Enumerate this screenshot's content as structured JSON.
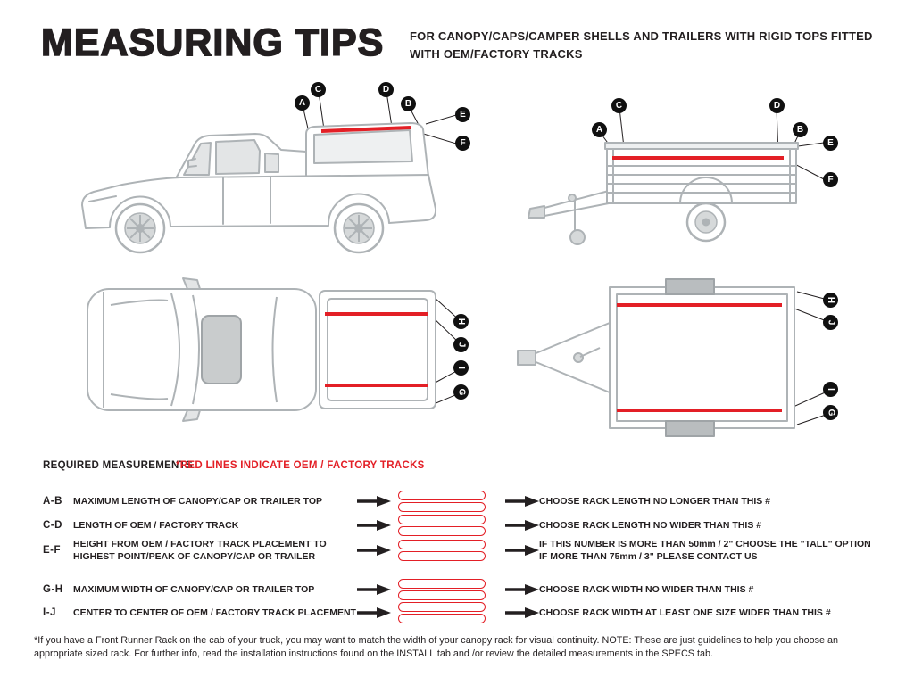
{
  "header": {
    "title": "MEASURING TIPS",
    "subtitle": "FOR CANOPY/CAPS/CAMPER SHELLS AND TRAILERS WITH RIGID TOPS FITTED\nWITH OEM/FACTORY TRACKS"
  },
  "callouts": {
    "truck_side": [
      "A",
      "C",
      "D",
      "B",
      "E",
      "F"
    ],
    "trailer_side": [
      "A",
      "C",
      "D",
      "B",
      "E",
      "F"
    ],
    "truck_top": [
      "H",
      "J",
      "I",
      "G"
    ],
    "trailer_top": [
      "H",
      "J",
      "I",
      "G"
    ]
  },
  "measurements": {
    "heading": "REQUIRED MEASUREMENTS",
    "tracks_note": "*RED LINES INDICATE OEM / FACTORY TRACKS",
    "rows": [
      {
        "key": "A-B",
        "label": "MAXIMUM LENGTH OF CANOPY/CAP OR TRAILER TOP",
        "result": "CHOOSE RACK LENGTH NO LONGER THAN THIS #"
      },
      {
        "key": "C-D",
        "label": "LENGTH OF OEM / FACTORY TRACK",
        "result": "CHOOSE RACK LENGTH NO WIDER THAN THIS #"
      },
      {
        "key": "E-F",
        "label": "HEIGHT FROM OEM / FACTORY TRACK PLACEMENT TO\nHIGHEST POINT/PEAK OF CANOPY/CAP OR TRAILER",
        "result": "IF THIS NUMBER IS MORE THAN 50mm / 2\" CHOOSE THE \"TALL\" OPTION\nIF MORE THAN 75mm / 3\" PLEASE CONTACT US"
      },
      {
        "key": "G-H",
        "label": "MAXIMUM WIDTH OF CANOPY/CAP OR TRAILER TOP",
        "result": "CHOOSE RACK WIDTH NO WIDER THAN THIS #"
      },
      {
        "key": "I-J",
        "label": "CENTER TO CENTER OF OEM / FACTORY TRACK PLACEMENT",
        "result": "CHOOSE RACK WIDTH AT LEAST ONE SIZE WIDER THAN THIS #"
      }
    ]
  },
  "footer": {
    "note": "*If you have a Front Runner Rack on the cab of your truck, you may want to match the width of your canopy rack for visual continuity. NOTE: These are just guidelines to help you choose an appropriate sized rack. For further info, read the installation instructions found on the INSTALL tab and /or review the detailed measurements in the SPECS tab."
  },
  "colors": {
    "track_red": "#e31f26",
    "ink": "#231f20",
    "line_gray": "#aeb3b6"
  }
}
